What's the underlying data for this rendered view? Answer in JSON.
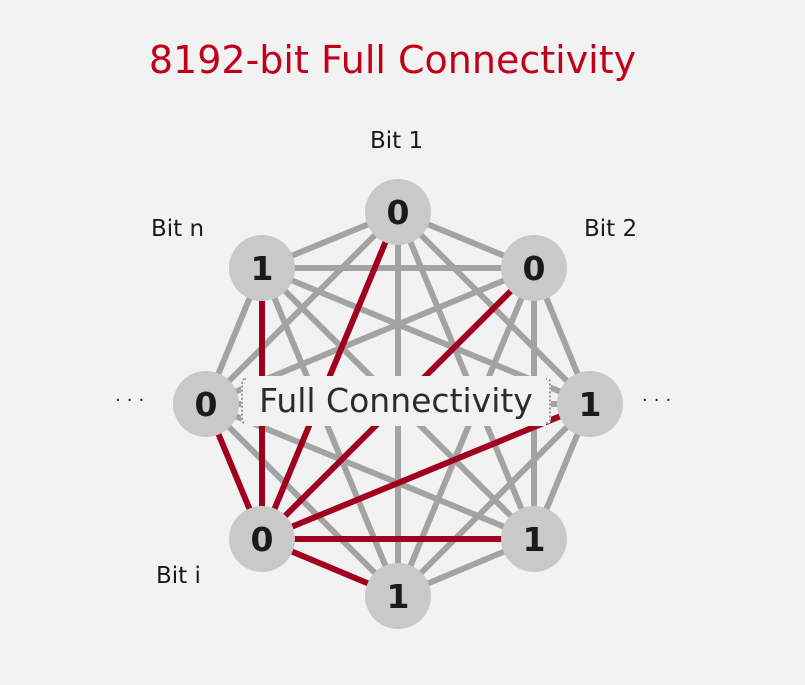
{
  "title": "8192-bit Full Connectivity",
  "center_label": "Full Connectivity",
  "ellipsis_left": "···",
  "ellipsis_right": "···",
  "bit_labels": {
    "bit1": "Bit 1",
    "bit2": "Bit 2",
    "bitn": "Bit n",
    "biti": "Bit i"
  },
  "nodes": [
    {
      "id": "top",
      "value": "0"
    },
    {
      "id": "top-right",
      "value": "0"
    },
    {
      "id": "right",
      "value": "1"
    },
    {
      "id": "bottom-right",
      "value": "1"
    },
    {
      "id": "bottom",
      "value": "1"
    },
    {
      "id": "bottom-left",
      "value": "0"
    },
    {
      "id": "left",
      "value": "0"
    },
    {
      "id": "top-left",
      "value": "1"
    }
  ],
  "colors": {
    "background": "#f2f2f2",
    "title": "#c0001a",
    "node_fill": "#c9c9c9",
    "edge_gray": "#a3a3a3",
    "edge_red": "#a0001e"
  }
}
